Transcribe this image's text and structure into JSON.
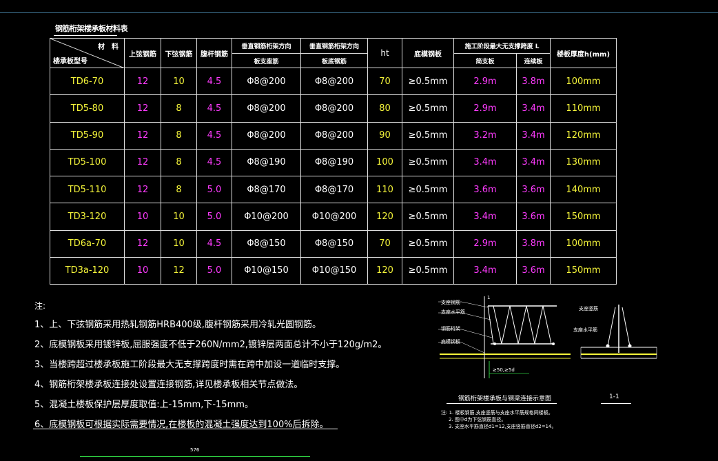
{
  "title": "钢筋桁架楼承板材料表",
  "table": {
    "header": {
      "material": "材　料",
      "model": "楼承板型号",
      "top_bar": "上弦钢筋",
      "bottom_bar": "下弦钢筋",
      "web_bar": "腹杆钢筋",
      "perp_group": "垂直钢筋桁架方向",
      "perp_support": "板支座筋",
      "perp_group2": "垂直钢筋桁架方向",
      "perp_bottom": "板底钢筋",
      "ht": "ht",
      "base_plate": "底模钢板",
      "span_group": "施工阶段最大无支撑跨度 L",
      "span_simple": "简支板",
      "span_cont": "连续板",
      "thickness": "楼板厚度h(mm)"
    },
    "rows": [
      {
        "model": "TD6-70",
        "top": "12",
        "bottom": "10",
        "web": "4.5",
        "support": "Φ8@200",
        "bottom_rebar": "Φ8@200",
        "ht": "70",
        "plate": "≥0.5mm",
        "simple": "2.9m",
        "cont": "3.8m",
        "thick": "100mm"
      },
      {
        "model": "TD5-80",
        "top": "12",
        "bottom": "8",
        "web": "4.5",
        "support": "Φ8@200",
        "bottom_rebar": "Φ8@200",
        "ht": "80",
        "plate": "≥0.5mm",
        "simple": "2.9m",
        "cont": "3.4m",
        "thick": "110mm"
      },
      {
        "model": "TD5-90",
        "top": "12",
        "bottom": "8",
        "web": "4.5",
        "support": "Φ8@200",
        "bottom_rebar": "Φ8@200",
        "ht": "90",
        "plate": "≥0.5mm",
        "simple": "3.2m",
        "cont": "3.4m",
        "thick": "120mm"
      },
      {
        "model": "TD5-100",
        "top": "12",
        "bottom": "8",
        "web": "4.5",
        "support": "Φ8@190",
        "bottom_rebar": "Φ8@190",
        "ht": "100",
        "plate": "≥0.5mm",
        "simple": "3.4m",
        "cont": "3.4m",
        "thick": "130mm"
      },
      {
        "model": "TD5-110",
        "top": "12",
        "bottom": "8",
        "web": "5.0",
        "support": "Φ8@170",
        "bottom_rebar": "Φ8@170",
        "ht": "110",
        "plate": "≥0.5mm",
        "simple": "3.6m",
        "cont": "3.6m",
        "thick": "140mm"
      },
      {
        "model": "TD3-120",
        "top": "10",
        "bottom": "10",
        "web": "5.0",
        "support": "Φ10@200",
        "bottom_rebar": "Φ10@200",
        "ht": "120",
        "plate": "≥0.5mm",
        "simple": "3.4m",
        "cont": "3.6m",
        "thick": "150mm"
      },
      {
        "model": "TD6a-70",
        "top": "12",
        "bottom": "10",
        "web": "4.5",
        "support": "Φ8@150",
        "bottom_rebar": "Φ8@150",
        "ht": "70",
        "plate": "≥0.5mm",
        "simple": "2.9m",
        "cont": "3.8m",
        "thick": "100mm"
      },
      {
        "model": "TD3a-120",
        "top": "10",
        "bottom": "12",
        "web": "5.0",
        "support": "Φ10@150",
        "bottom_rebar": "Φ10@150",
        "ht": "120",
        "plate": "≥0.5mm",
        "simple": "3.4m",
        "cont": "3.6m",
        "thick": "150mm"
      }
    ]
  },
  "notes": {
    "header": "注:",
    "items": [
      "1、上、下弦钢筋采用热轧钢筋HRB400级,腹杆钢筋采用冷轧光圆钢筋。",
      "2、底模钢板采用镀锌板,屈服强度不低于260N/mm2,镀锌层两面总计不小于120g/m2。",
      "3、当楼跨超过楼承板施工阶段最大无支撑跨度时需在跨中加设一道临时支撑。",
      "4、钢筋桁架楼承板连接处设置连接钢筋,详见楼承板相关节点做法。",
      "5、混凝土楼板保护层厚度取值:上-15mm,下-15mm。",
      "6、底模钢板可根据实际需要情况,在楼板的混凝土强度达到100%后拆除。"
    ]
  },
  "detail": {
    "labels": [
      "支座钢筋",
      "支座水平筋",
      "钢筋桁架",
      "底模钢板"
    ],
    "section_mark": "1",
    "dim": "≥50,≥5d",
    "caption": "钢筋桁架楼承板与钢梁连接示意图",
    "notes": [
      "注: 1. 楼板钢筋,支座竖筋与支座水平筋规格同楼板。",
      "2. 图中d为下弦钢筋直径。",
      "3. 支座水平筋直径d1=12,支座竖筋直径d2=14。"
    ]
  },
  "section": {
    "labels": [
      "支座竖筋",
      "支座水平筋"
    ],
    "caption": "1-1"
  },
  "bottom_dim": "576",
  "colors": {
    "yellow": "#f5f53a",
    "magenta": "#ff3bff",
    "white": "#ffffff",
    "green": "#2ecc40",
    "blue": "#3a6a86"
  }
}
